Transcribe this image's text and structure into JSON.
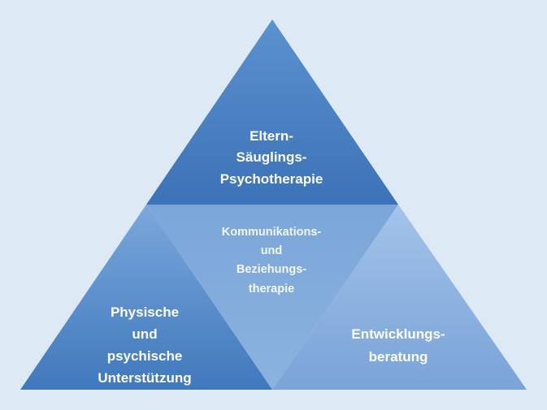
{
  "diagram": {
    "top": {
      "lines": [
        "Eltern-",
        "Säuglings-",
        "Psychotherapie"
      ]
    },
    "center": {
      "lines": [
        "Kommunikations-",
        "und",
        "Beziehungs-",
        "therapie"
      ]
    },
    "left": {
      "lines": [
        "Physische",
        "und",
        "psychische",
        "Unterstützung"
      ]
    },
    "right": {
      "lines": [
        "Entwicklungs-",
        "beratung"
      ]
    }
  },
  "colors": {
    "background": "#ddeaf6",
    "top_light": "#5b92cf",
    "top_dark": "#3e75b9",
    "center_light": "#8db3df",
    "center_dark": "#6f9dd2",
    "left_light": "#6e9fd7",
    "left_dark": "#3d76bb",
    "right_light": "#9fc0e8",
    "right_dark": "#7fa7db"
  }
}
